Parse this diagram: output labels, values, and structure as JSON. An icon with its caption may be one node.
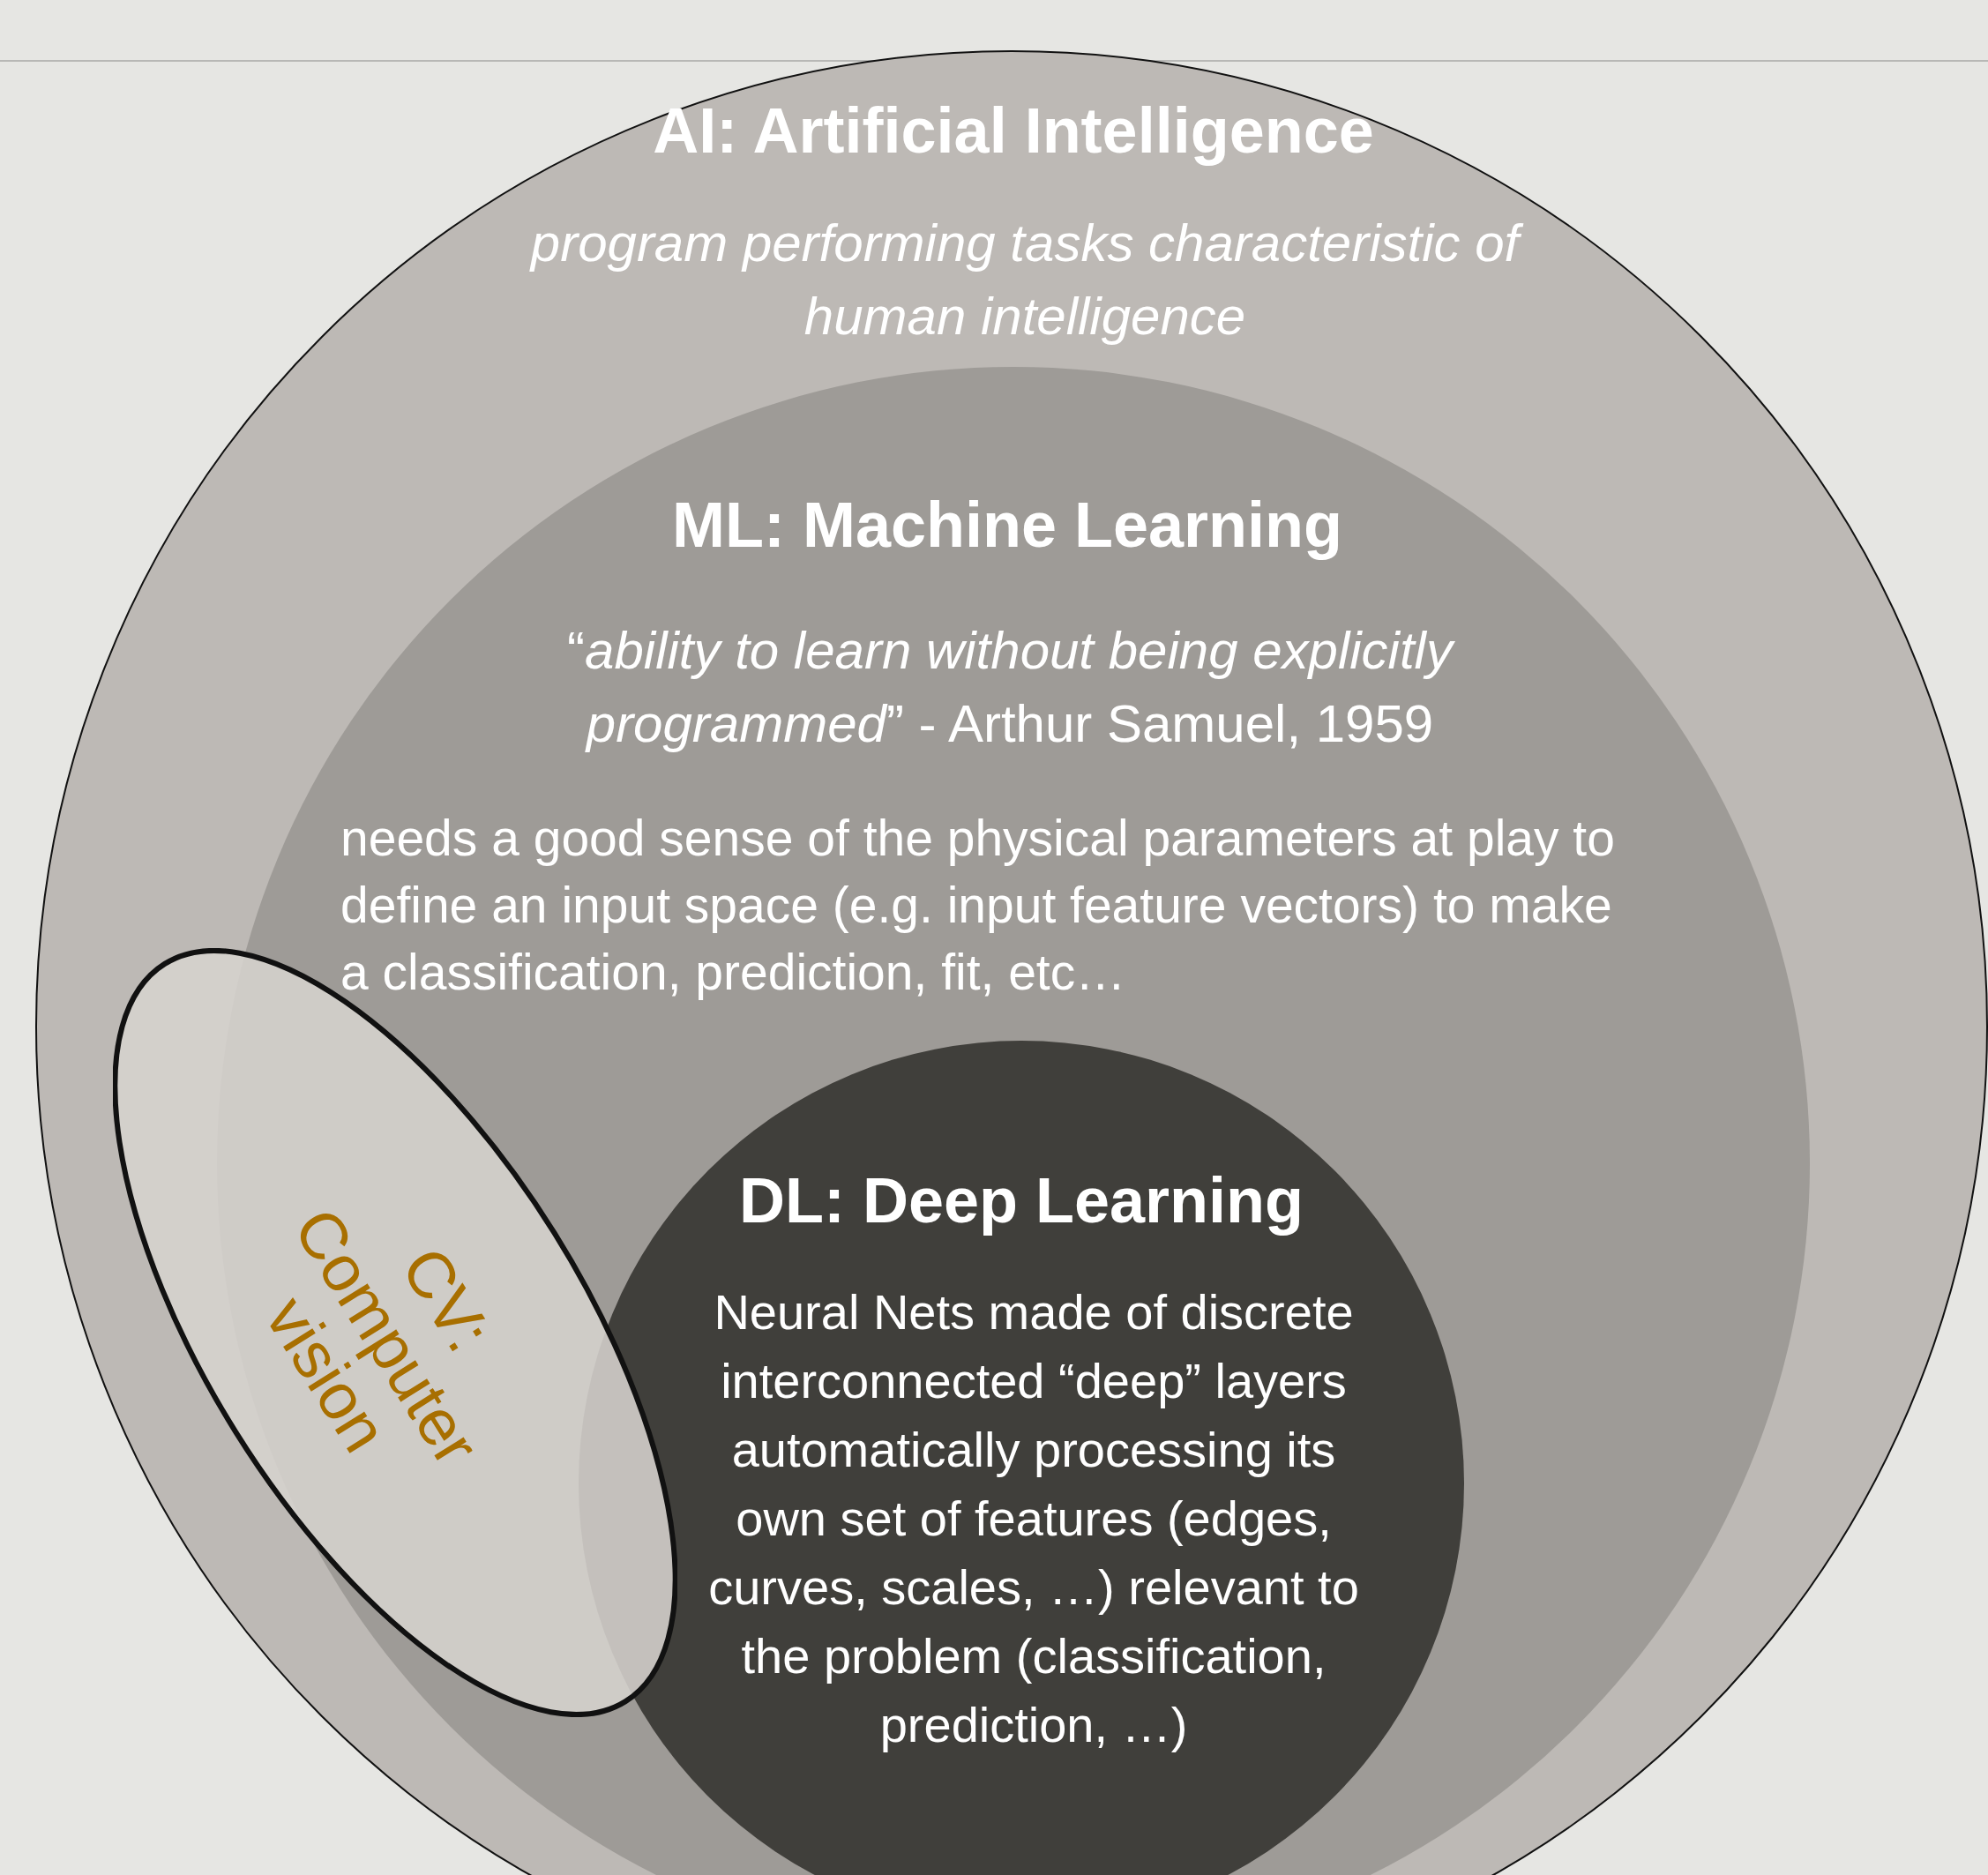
{
  "diagram": {
    "nodes": [
      {
        "text": [
          "AI: Artificial Intelligence",
          "program performing tasks characteristic of human intelligence"
        ]
      },
      {
        "text": [
          "ML: Machine Learning",
          "“*ability to learn without being explicitly programmed*” - Arthur Samuel, 1959",
          "needs a good sense of the physical parameters at play to define an input space (e.g. input feature vectors) to make a classification, prediction, fit, etc…"
        ],
        "in": 0
      },
      {
        "text": [
          "DL: Deep Learning",
          "Neural Nets made of discrete interconnected “deep” layers automatically processing its own set of features (edges, curves, scales, …) relevant to the problem (classification, prediction, …)"
        ],
        "in": 1
      },
      {
        "text": [
          "CV: Computer vision"
        ],
        "in": 0
      }
    ]
  }
}
